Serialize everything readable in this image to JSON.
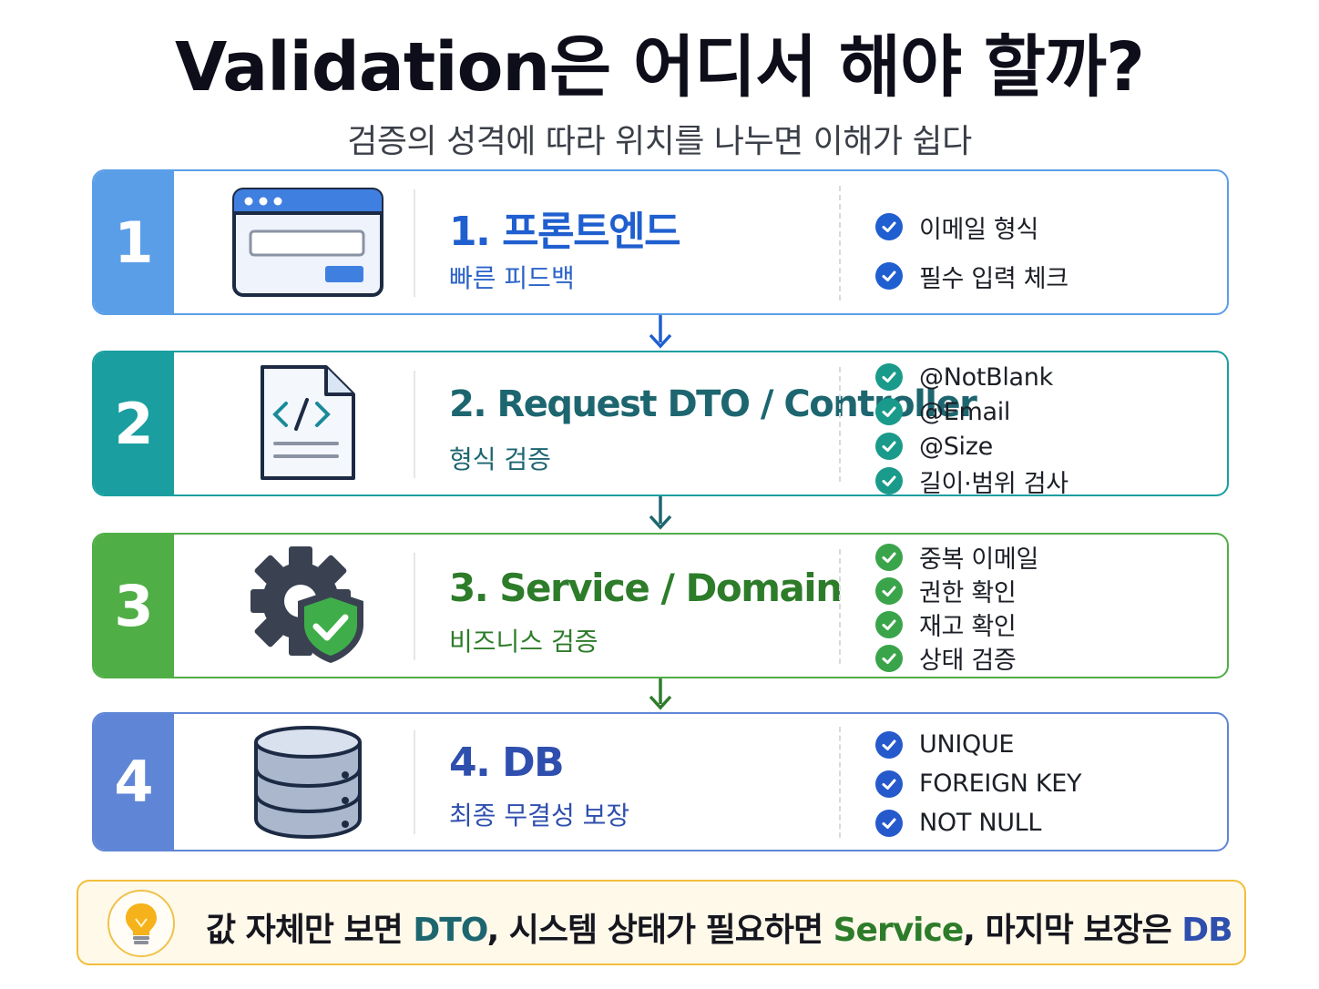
{
  "title": "Validation은 어디서 해야 할까?",
  "subtitle": "검증의 성격에 따라 위치를 나누면 이해가 쉽다",
  "steps": [
    {
      "number": "1",
      "title": "1. 프론트엔드",
      "subtitle": "빠른 피드백",
      "icon": "browser-form-icon",
      "color": "#5b9ee8",
      "title_color": "#1f5fcf",
      "checks": [
        "이메일 형식",
        "필수 입력 체크"
      ]
    },
    {
      "number": "2",
      "title": "2. Request DTO / Controller",
      "subtitle": "형식 검증",
      "icon": "code-file-icon",
      "color": "#1a9ea0",
      "title_color": "#1d6670",
      "checks": [
        "@NotBlank",
        "@Email",
        "@Size",
        "길이·범위 검사"
      ]
    },
    {
      "number": "3",
      "title": "3. Service / Domain",
      "subtitle": "비즈니스 검증",
      "icon": "gear-shield-icon",
      "color": "#4fae45",
      "title_color": "#2d7c2a",
      "checks": [
        "중복 이메일",
        "권한 확인",
        "재고 확인",
        "상태 검증"
      ]
    },
    {
      "number": "4",
      "title": "4. DB",
      "subtitle": "최종 무결성 보장",
      "icon": "database-icon",
      "color": "#5f85d6",
      "title_color": "#2f4fae",
      "checks": [
        "UNIQUE",
        "FOREIGN KEY",
        "NOT NULL"
      ]
    }
  ],
  "tip": {
    "icon": "lightbulb-icon",
    "part1": "값 자체만 보면 ",
    "dto": "DTO",
    "part2": ", 시스템 상태가 필요하면 ",
    "service": "Service",
    "part3": ", 마지막 보장은 ",
    "db": "DB"
  }
}
